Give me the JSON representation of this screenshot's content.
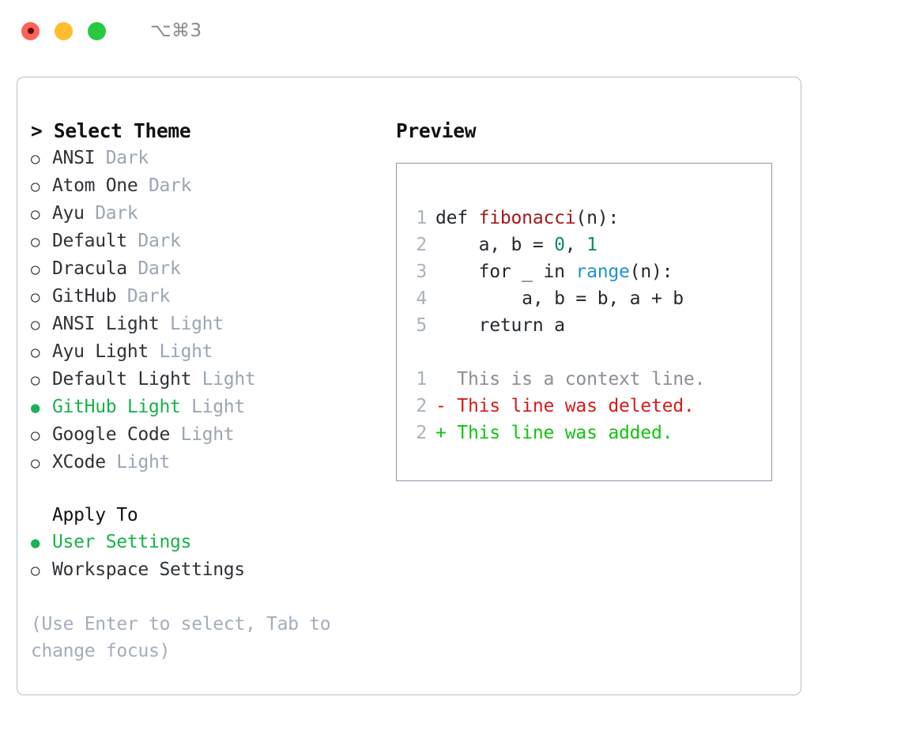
{
  "titlebar": {
    "shortcut": "⌥⌘3",
    "lights": [
      {
        "name": "close",
        "color": "#ff6159"
      },
      {
        "name": "minimize",
        "color": "#ffbd2e"
      },
      {
        "name": "maximize",
        "color": "#28c840"
      }
    ]
  },
  "theme_picker": {
    "header": "> Select Theme",
    "prompt_marker": ">",
    "bullet_unselected": "○",
    "bullet_selected": "●",
    "options": [
      {
        "label": "ANSI",
        "tag": " Dark",
        "selected": false
      },
      {
        "label": "Atom One",
        "tag": " Dark",
        "selected": false
      },
      {
        "label": "Ayu",
        "tag": " Dark",
        "selected": false
      },
      {
        "label": "Default",
        "tag": " Dark",
        "selected": false
      },
      {
        "label": "Dracula",
        "tag": " Dark",
        "selected": false
      },
      {
        "label": "GitHub",
        "tag": " Dark",
        "selected": false
      },
      {
        "label": "ANSI Light",
        "tag": " Light",
        "selected": false
      },
      {
        "label": "Ayu Light",
        "tag": " Light",
        "selected": false
      },
      {
        "label": "Default Light",
        "tag": " Light",
        "selected": false
      },
      {
        "label": "GitHub Light",
        "tag": " Light",
        "selected": true
      },
      {
        "label": "Google Code",
        "tag": " Light",
        "selected": false
      },
      {
        "label": "XCode",
        "tag": " Light",
        "selected": false
      }
    ]
  },
  "apply_to": {
    "header": "Apply To",
    "options": [
      {
        "label": "User Settings",
        "selected": true
      },
      {
        "label": "Workspace Settings",
        "selected": false
      }
    ]
  },
  "hint": "(Use Enter to select, Tab to change focus)",
  "preview": {
    "title": "Preview",
    "code_lines": [
      {
        "num": "1",
        "tokens": [
          {
            "text": "def ",
            "type": "plain"
          },
          {
            "text": "fibonacci",
            "type": "fn"
          },
          {
            "text": "(n):",
            "type": "plain"
          }
        ]
      },
      {
        "num": "2",
        "tokens": [
          {
            "text": "    a, b = ",
            "type": "plain"
          },
          {
            "text": "0",
            "type": "num"
          },
          {
            "text": ", ",
            "type": "plain"
          },
          {
            "text": "1",
            "type": "num"
          }
        ]
      },
      {
        "num": "3",
        "tokens": [
          {
            "text": "    for _ in ",
            "type": "plain"
          },
          {
            "text": "range",
            "type": "call"
          },
          {
            "text": "(n):",
            "type": "plain"
          }
        ]
      },
      {
        "num": "4",
        "tokens": [
          {
            "text": "        a, b = b, a + b",
            "type": "plain"
          }
        ]
      },
      {
        "num": "5",
        "tokens": [
          {
            "text": "    return a",
            "type": "plain"
          }
        ]
      }
    ],
    "diff_lines": [
      {
        "num": "1",
        "marker": "  ",
        "text": "This is a context line.",
        "type": "ctx"
      },
      {
        "num": "2",
        "marker": "- ",
        "text": "This line was deleted.",
        "type": "del"
      },
      {
        "num": "2",
        "marker": "+ ",
        "text": "This line was added.",
        "type": "add"
      }
    ]
  },
  "colors": {
    "accent_green": "#16b34a",
    "tag_gray": "#9aa6b4",
    "hint_gray": "#a3adbb",
    "diff_add": "#12c312",
    "diff_del": "#d61c18",
    "syntax_fn": "#a4181b",
    "syntax_num": "#0e8a6e",
    "syntax_call": "#1f92d0"
  }
}
